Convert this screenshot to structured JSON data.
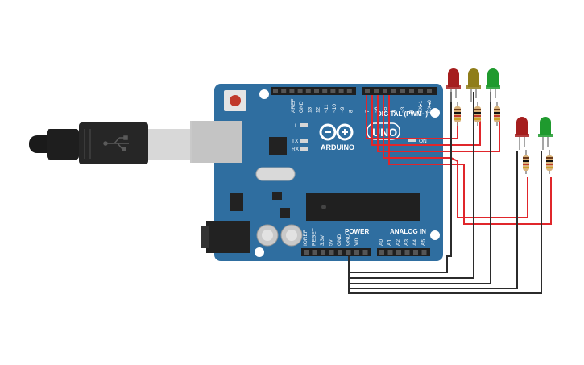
{
  "board": {
    "brand": "ARDUINO",
    "model": "UNO",
    "digital_header_label": "DIGITAL (PWM~)",
    "power_label": "POWER",
    "analog_label": "ANALOG IN",
    "on_label": "ON",
    "led_labels": [
      "L",
      "TX",
      "RX"
    ],
    "top_pins_left": [
      "AREF",
      "GND",
      "13",
      "12",
      "~11",
      "~10",
      "~9",
      "8"
    ],
    "top_pins_right": [
      "7",
      "~6",
      "~5",
      "4",
      "~3",
      "2",
      "TX▸1",
      "RX◂0"
    ],
    "power_pins": [
      "IOREF",
      "RESET",
      "3.3V",
      "5V",
      "GND",
      "GND",
      "Vin"
    ],
    "analog_pins": [
      "A0",
      "A1",
      "A2",
      "A3",
      "A4",
      "A5"
    ]
  },
  "leds": [
    {
      "color": "red",
      "hex": "#a51e1e"
    },
    {
      "color": "yellow",
      "hex": "#8f7d1a"
    },
    {
      "color": "green",
      "hex": "#1f9a2e"
    },
    {
      "color": "red",
      "hex": "#a51e1e"
    },
    {
      "color": "green",
      "hex": "#1f9a2e"
    }
  ],
  "colors": {
    "board": "#2f6ea0",
    "wire_signal": "#e0262b",
    "wire_ground": "#2b2b2b",
    "header": "#1f1f1f"
  }
}
